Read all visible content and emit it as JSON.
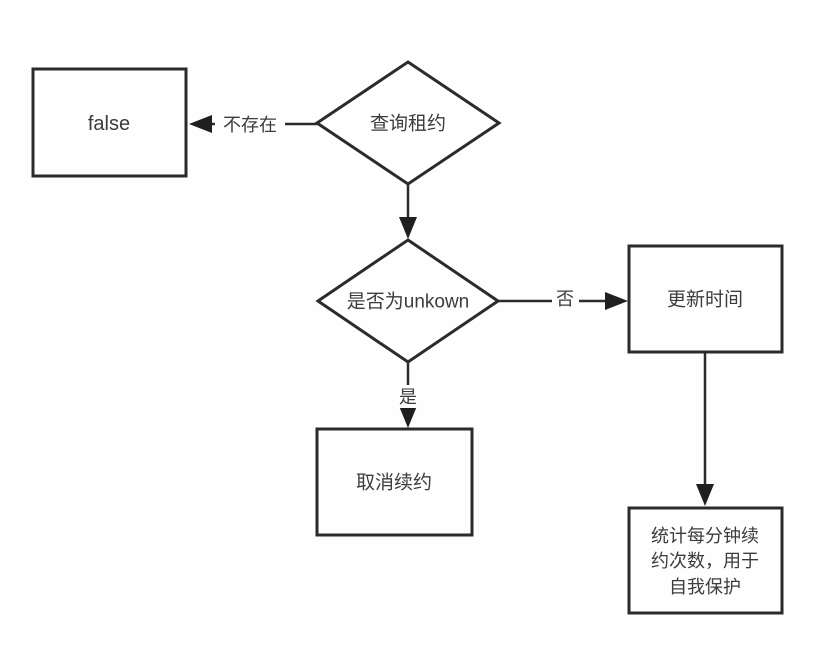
{
  "diagram": {
    "type": "flowchart",
    "colors": {
      "background": "#fefefe",
      "stroke": "#2b2b2b",
      "text": "#3c3c3c"
    },
    "nodes": {
      "false_result": {
        "shape": "rect",
        "label": "false"
      },
      "query_lease": {
        "shape": "diamond",
        "label": "查询租约"
      },
      "is_unknown": {
        "shape": "diamond",
        "label": "是否为unkown"
      },
      "update_time": {
        "shape": "rect",
        "label": "更新时间"
      },
      "cancel_renewal": {
        "shape": "rect",
        "label": "取消续约"
      },
      "stats_self_protection": {
        "shape": "rect",
        "label": "统计每分钟续约次数，用于自我保护",
        "lines": [
          "统计每分钟续",
          "约次数，用于",
          "自我保护"
        ]
      }
    },
    "edges": {
      "query_to_false": {
        "from": "query_lease",
        "to": "false_result",
        "label": "不存在"
      },
      "query_to_unknown": {
        "from": "query_lease",
        "to": "is_unknown",
        "label": ""
      },
      "unknown_to_update": {
        "from": "is_unknown",
        "to": "update_time",
        "label": "否"
      },
      "unknown_to_cancel": {
        "from": "is_unknown",
        "to": "cancel_renewal",
        "label": "是"
      },
      "update_to_stats": {
        "from": "update_time",
        "to": "stats_self_protection",
        "label": ""
      }
    }
  }
}
